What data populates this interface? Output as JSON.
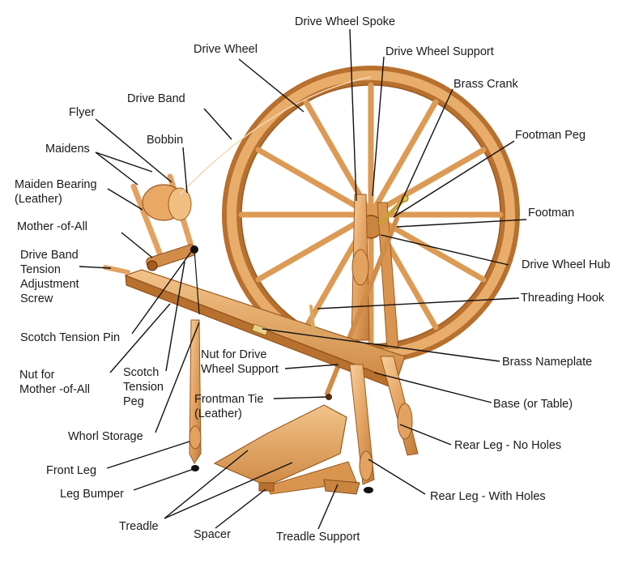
{
  "colors": {
    "wood_light": "#f3c28a",
    "wood_mid": "#dd9a55",
    "wood_dark": "#b36a2a",
    "wood_shadow": "#8a4a18",
    "black": "#111111",
    "leader": "#111111"
  },
  "labels": {
    "drive_wheel_spoke": "Drive Wheel Spoke",
    "drive_wheel": "Drive Wheel",
    "drive_wheel_support": "Drive Wheel Support",
    "drive_band": "Drive Band",
    "brass_crank": "Brass Crank",
    "flyer": "Flyer",
    "bobbin": "Bobbin",
    "footman_peg": "Footman Peg",
    "maidens": "Maidens",
    "maiden_bearing": "Maiden Bearing\n(Leather)",
    "footman": "Footman",
    "mother_of_all": "Mother -of-All",
    "drive_band_tension": "Drive Band\nTension\nAdjustment\nScrew",
    "drive_wheel_hub": "Drive Wheel Hub",
    "threading_hook": "Threading Hook",
    "scotch_tension_pin": "Scotch Tension Pin",
    "nut_for_drive_wheel_support": "Nut for Drive\nWheel Support",
    "brass_nameplate": "Brass Nameplate",
    "nut_for_mother_of_all": "Nut for\nMother -of-All",
    "scotch_tension_peg": "Scotch\nTension\nPeg",
    "frontman_tie": "Frontman Tie\n(Leather)",
    "base": "Base (or Table)",
    "whorl_storage": "Whorl Storage",
    "rear_leg_no_holes": "Rear Leg - No Holes",
    "front_leg": "Front Leg",
    "leg_bumper": "Leg Bumper",
    "rear_leg_with_holes": "Rear Leg - With Holes",
    "treadle": "Treadle",
    "spacer": "Spacer",
    "treadle_support": "Treadle Support"
  }
}
